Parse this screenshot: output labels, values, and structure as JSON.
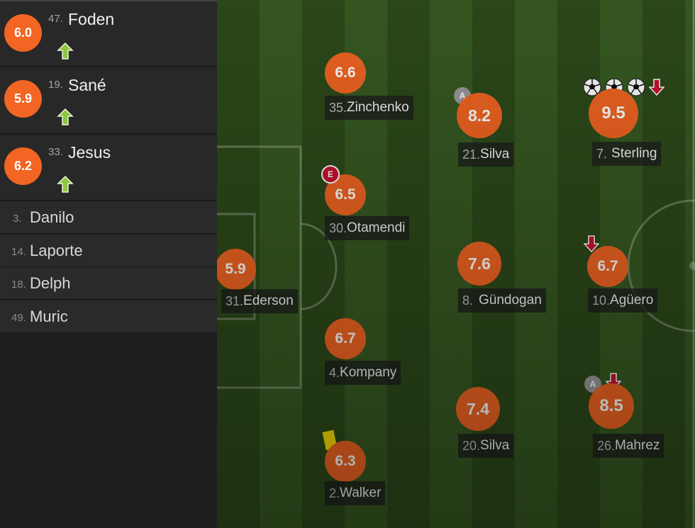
{
  "colors": {
    "rating": "#f26522",
    "sub_in_arrow": "#8dc63f",
    "sub_out_arrow": "#c8102e",
    "yellow_card": "#f7e000",
    "pitch_dark": "#2d4a1a",
    "pitch_light": "#375a22"
  },
  "substitutes": [
    {
      "rating": "6.0",
      "number": "47.",
      "name": "Foden",
      "icon": "substitution-in-arrow"
    },
    {
      "rating": "5.9",
      "number": "19.",
      "name": "Sané",
      "icon": "substitution-in-arrow"
    },
    {
      "rating": "6.2",
      "number": "33.",
      "name": "Jesus",
      "icon": "substitution-in-arrow"
    }
  ],
  "bench": [
    {
      "number": "3.",
      "name": "Danilo"
    },
    {
      "number": "14.",
      "name": "Laporte"
    },
    {
      "number": "18.",
      "name": "Delph"
    },
    {
      "number": "49.",
      "name": "Muric"
    }
  ],
  "lineup": {
    "goalkeeper": {
      "number": "31.",
      "name": "Ederson",
      "rating": "5.9"
    },
    "defenders": [
      {
        "number": "35.",
        "name": "Zinchenko",
        "rating": "6.6"
      },
      {
        "number": "30.",
        "name": "Otamendi",
        "rating": "6.5",
        "badge": "E",
        "badge_icon": "error-badge"
      },
      {
        "number": "4.",
        "name": "Kompany",
        "rating": "6.7"
      },
      {
        "number": "2.",
        "name": "Walker",
        "rating": "6.3",
        "icon": "yellow-card"
      }
    ],
    "midfielders": [
      {
        "number": "21.",
        "name": "Silva",
        "rating": "8.2",
        "badge": "A",
        "badge_icon": "assist-badge"
      },
      {
        "number": "8.",
        "name": "Gündogan",
        "rating": "7.6"
      },
      {
        "number": "20.",
        "name": "Silva",
        "rating": "7.4"
      }
    ],
    "forwards": [
      {
        "number": "7.",
        "name": "Sterling",
        "rating": "9.5",
        "goals": 3,
        "icon": "goal-ball",
        "sub_icon": "substitution-out-arrow"
      },
      {
        "number": "10.",
        "name": "Agüero",
        "rating": "6.7",
        "sub_icon": "substitution-out-arrow"
      },
      {
        "number": "26.",
        "name": "Mahrez",
        "rating": "8.5",
        "badge": "A",
        "badge_icon": "assist-badge",
        "sub_icon": "substitution-out-arrow"
      }
    ]
  }
}
